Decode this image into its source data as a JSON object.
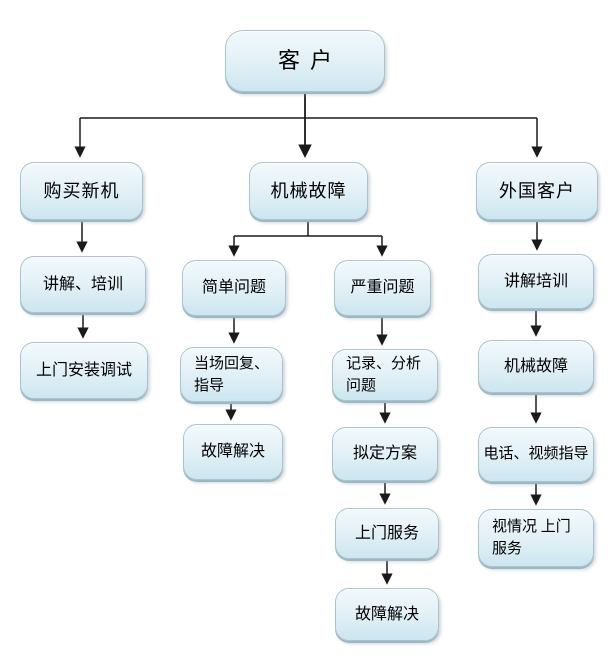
{
  "nodes": {
    "customer": {
      "label": "客户"
    },
    "buy_new": {
      "label": "购买新机"
    },
    "mech_fault": {
      "label": "机械故障"
    },
    "foreign": {
      "label": "外国客户"
    },
    "explain_train": {
      "label": "讲解、培训"
    },
    "simple_issue": {
      "label": "简单问题"
    },
    "severe_issue": {
      "label": "严重问题"
    },
    "explain_train2": {
      "label": "讲解培训"
    },
    "onsite_install": {
      "label": "上门安装调试"
    },
    "onsite_reply": {
      "label": "当场回复、指导"
    },
    "record_analyze": {
      "label": "记录、分析问题"
    },
    "mech_fault2": {
      "label": "机械故障"
    },
    "fault_solved1": {
      "label": "故障解决"
    },
    "make_plan": {
      "label": "拟定方案"
    },
    "phone_video": {
      "label": "电话、视频指导"
    },
    "onsite_service": {
      "label": "上门服务"
    },
    "onsite_depends": {
      "label": "视情况 上门服务"
    },
    "fault_solved2": {
      "label": "故障解决"
    }
  },
  "colors": {
    "node_fill_top": "#f2f9fc",
    "node_fill_bottom": "#cde6ef",
    "node_border": "#a9c4cf",
    "node_border_bottom": "#9db8c2",
    "connector": "#1a1a1a",
    "background": "#ffffff",
    "text": "#000000"
  }
}
